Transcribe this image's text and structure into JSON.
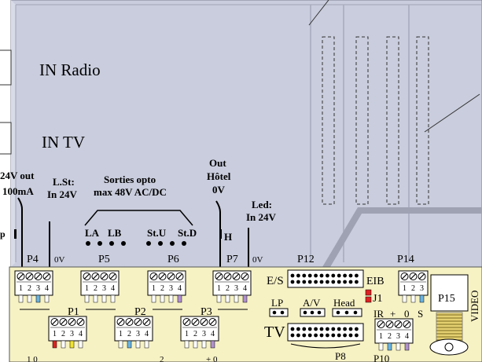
{
  "panel": {
    "in_radio": "IN Radio",
    "in_tv": "IN TV"
  },
  "labels": {
    "out_24v_line1": "24V out",
    "out_24v_line2": "100mA",
    "lst_line1": "L.St:",
    "lst_line2": "In 24V",
    "sorties_line1": "Sorties opto",
    "sorties_line2": "max 48V AC/DC",
    "out_hotel_line1": "Out",
    "out_hotel_line2": "Hôtel",
    "out_hotel_line3": "0V",
    "led_line1": "Led:",
    "led_line2": "In 24V",
    "la": "LA",
    "lb": "LB",
    "stu": "St.U",
    "std": "St.D",
    "h": "H",
    "p_left": "p"
  },
  "connectors": {
    "p4": "P4",
    "p4_0v": "0V",
    "p5": "P5",
    "p6": "P6",
    "p7": "P7",
    "p7_0v": "0V",
    "p12": "P12",
    "p14": "P14",
    "p1": "P1",
    "p2": "P2",
    "p3": "P3",
    "p8": "P8",
    "p10": "P10",
    "p15": "P15",
    "es": "E/S",
    "eib": "EIB",
    "j1": "J1",
    "lp": "LP",
    "av": "A/V",
    "head": "Head",
    "tv": "TV",
    "ir": "IR",
    "plus": "+",
    "zero": "0",
    "s": "S",
    "video": "VIDEO",
    "pin1": "1",
    "pin2": "2",
    "pin3": "3",
    "pin4": "4"
  },
  "bottom": {
    "t1": "1 0",
    "t2": "+ 0",
    "t3": "2"
  },
  "colors": {
    "panel": "#c8ccdc",
    "board": "#f7f2c4",
    "screw": "#ffffff"
  }
}
